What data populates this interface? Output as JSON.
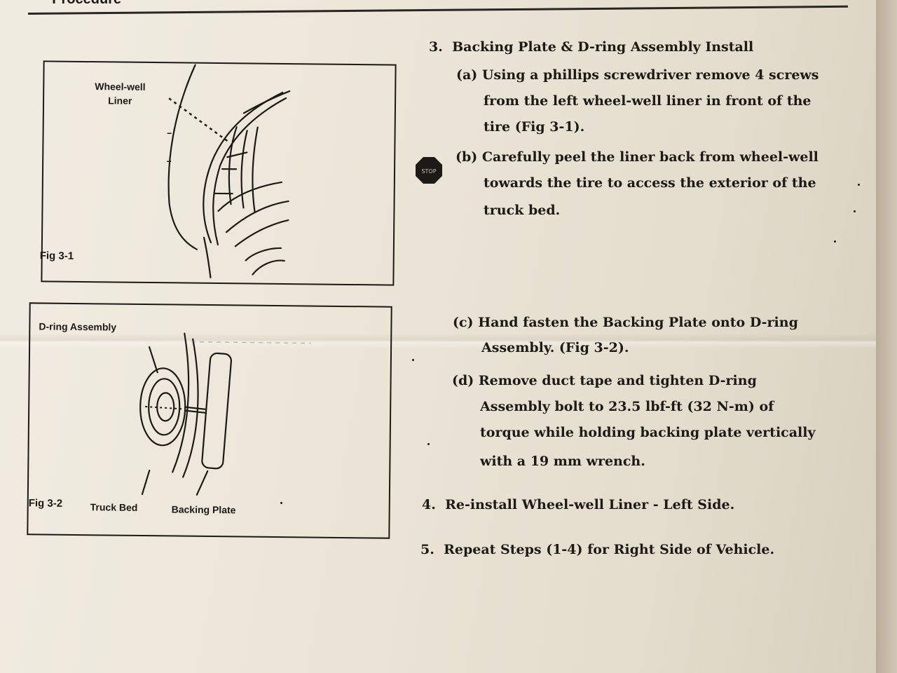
{
  "page": {
    "header": "Procedure"
  },
  "figures": {
    "fig1": {
      "label": "Fig 3-1",
      "callout_line1": "Wheel-well",
      "callout_line2": "Liner"
    },
    "fig2": {
      "label": "Fig 3-2",
      "title": "D-ring Assembly",
      "callout_truck_bed": "Truck Bed",
      "callout_backing_plate": "Backing Plate"
    }
  },
  "steps": {
    "step3": {
      "number": "3.",
      "title": "Backing Plate & D-ring Assembly Install",
      "a": {
        "label": "(a)",
        "lines": [
          "Using a phillips screwdriver remove 4 screws",
          "from the left wheel-well liner in front of the",
          "tire (Fig 3-1)."
        ]
      },
      "b": {
        "label": "(b)",
        "icon_text": "STOP",
        "lines": [
          "Carefully peel the liner back from wheel-well",
          "towards the tire to access the exterior of the",
          "truck bed."
        ]
      },
      "c": {
        "label": "(c)",
        "lines": [
          "Hand fasten the Backing Plate onto D-ring",
          "Assembly. (Fig 3-2)."
        ]
      },
      "d": {
        "label": "(d)",
        "lines": [
          "Remove duct tape and tighten D-ring",
          "Assembly bolt to 23.5 lbf-ft (32 N-m) of",
          "torque while holding backing plate vertically",
          "with a 19 mm wrench."
        ]
      }
    },
    "step4": {
      "number": "4.",
      "title": "Re-install Wheel-well Liner - Left Side."
    },
    "step5": {
      "number": "5.",
      "title": "Repeat Steps (1-4) for Right Side of Vehicle."
    }
  }
}
